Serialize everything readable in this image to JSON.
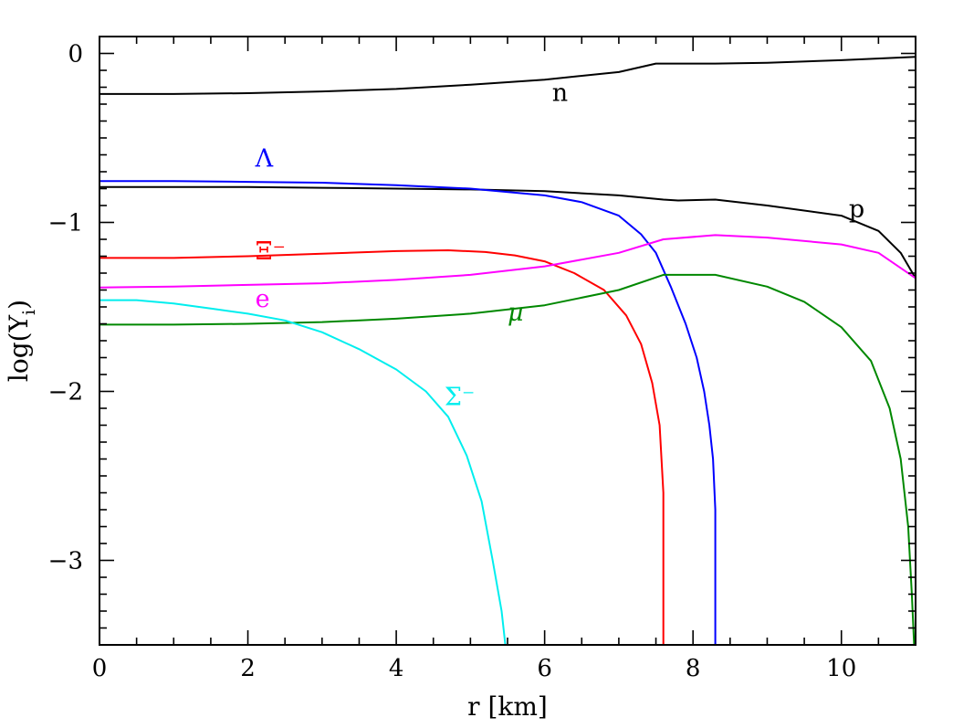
{
  "chart_data": {
    "type": "line",
    "xlabel": "r [km]",
    "ylabel": "log(Y",
    "ylabel_sub": "i",
    "ylabel_close": ")",
    "xlim": [
      0,
      11
    ],
    "ylim": [
      -3.5,
      0.1
    ],
    "x_ticks": [
      {
        "value": 0,
        "label": "0"
      },
      {
        "value": 2,
        "label": "2"
      },
      {
        "value": 4,
        "label": "4"
      },
      {
        "value": 6,
        "label": "6"
      },
      {
        "value": 8,
        "label": "8"
      },
      {
        "value": 10,
        "label": "10"
      }
    ],
    "y_ticks": [
      {
        "value": 0,
        "label": "0"
      },
      {
        "value": -1,
        "label": "−1"
      },
      {
        "value": -2,
        "label": "−2"
      },
      {
        "value": -3,
        "label": "−3"
      }
    ],
    "grid": false,
    "series": [
      {
        "name": "n",
        "label_at": [
          6.1,
          -0.28
        ],
        "color": "#000000",
        "points": [
          [
            0,
            -0.24
          ],
          [
            1,
            -0.24
          ],
          [
            2,
            -0.235
          ],
          [
            3,
            -0.225
          ],
          [
            4,
            -0.21
          ],
          [
            5,
            -0.185
          ],
          [
            6,
            -0.155
          ],
          [
            7,
            -0.11
          ],
          [
            7.5,
            -0.06
          ],
          [
            8.3,
            -0.06
          ],
          [
            9,
            -0.055
          ],
          [
            10,
            -0.04
          ],
          [
            11,
            -0.02
          ]
        ]
      },
      {
        "name": "p",
        "label_at": [
          10.1,
          -0.97
        ],
        "color": "#000000",
        "points": [
          [
            0,
            -0.79
          ],
          [
            1,
            -0.79
          ],
          [
            2,
            -0.79
          ],
          [
            3,
            -0.795
          ],
          [
            4,
            -0.8
          ],
          [
            5,
            -0.805
          ],
          [
            6,
            -0.815
          ],
          [
            7,
            -0.84
          ],
          [
            7.6,
            -0.865
          ],
          [
            7.8,
            -0.87
          ],
          [
            8.3,
            -0.865
          ],
          [
            9,
            -0.9
          ],
          [
            10,
            -0.96
          ],
          [
            10.5,
            -1.05
          ],
          [
            10.8,
            -1.18
          ],
          [
            11,
            -1.33
          ]
        ]
      },
      {
        "name": "Λ",
        "label_at": [
          2.1,
          -0.67
        ],
        "color": "#0000ff",
        "points": [
          [
            0,
            -0.755
          ],
          [
            1,
            -0.755
          ],
          [
            2,
            -0.76
          ],
          [
            3,
            -0.765
          ],
          [
            4,
            -0.78
          ],
          [
            5,
            -0.8
          ],
          [
            6,
            -0.84
          ],
          [
            6.5,
            -0.88
          ],
          [
            7,
            -0.96
          ],
          [
            7.3,
            -1.07
          ],
          [
            7.5,
            -1.18
          ],
          [
            7.7,
            -1.38
          ],
          [
            7.9,
            -1.6
          ],
          [
            8.05,
            -1.8
          ],
          [
            8.15,
            -2.0
          ],
          [
            8.22,
            -2.2
          ],
          [
            8.27,
            -2.4
          ],
          [
            8.3,
            -2.7
          ],
          [
            8.3,
            -3.5
          ]
        ]
      },
      {
        "name": "Ξ⁻",
        "label_at": [
          2.1,
          -1.22
        ],
        "color": "#ff0000",
        "points": [
          [
            0,
            -1.21
          ],
          [
            1,
            -1.21
          ],
          [
            2,
            -1.2
          ],
          [
            3,
            -1.185
          ],
          [
            4,
            -1.17
          ],
          [
            4.7,
            -1.165
          ],
          [
            5.2,
            -1.175
          ],
          [
            5.6,
            -1.195
          ],
          [
            6,
            -1.23
          ],
          [
            6.4,
            -1.3
          ],
          [
            6.8,
            -1.4
          ],
          [
            7.1,
            -1.55
          ],
          [
            7.3,
            -1.72
          ],
          [
            7.45,
            -1.95
          ],
          [
            7.55,
            -2.2
          ],
          [
            7.6,
            -2.6
          ],
          [
            7.6,
            -3.5
          ]
        ]
      },
      {
        "name": "e",
        "label_at": [
          2.1,
          -1.5
        ],
        "color": "#ff00ff",
        "points": [
          [
            0,
            -1.385
          ],
          [
            1,
            -1.38
          ],
          [
            2,
            -1.37
          ],
          [
            3,
            -1.36
          ],
          [
            4,
            -1.34
          ],
          [
            5,
            -1.31
          ],
          [
            6,
            -1.26
          ],
          [
            7,
            -1.18
          ],
          [
            7.6,
            -1.1
          ],
          [
            8.3,
            -1.075
          ],
          [
            9,
            -1.09
          ],
          [
            10,
            -1.13
          ],
          [
            10.5,
            -1.18
          ],
          [
            11,
            -1.33
          ]
        ]
      },
      {
        "name": "μ",
        "label_at": [
          5.5,
          -1.58
        ],
        "color": "#008800",
        "points": [
          [
            0,
            -1.605
          ],
          [
            1,
            -1.605
          ],
          [
            2,
            -1.6
          ],
          [
            3,
            -1.59
          ],
          [
            4,
            -1.57
          ],
          [
            5,
            -1.54
          ],
          [
            6,
            -1.49
          ],
          [
            7,
            -1.4
          ],
          [
            7.6,
            -1.31
          ],
          [
            8.3,
            -1.31
          ],
          [
            9,
            -1.38
          ],
          [
            9.5,
            -1.47
          ],
          [
            10,
            -1.62
          ],
          [
            10.4,
            -1.82
          ],
          [
            10.65,
            -2.1
          ],
          [
            10.8,
            -2.4
          ],
          [
            10.9,
            -2.8
          ],
          [
            10.95,
            -3.2
          ],
          [
            10.98,
            -3.5
          ]
        ]
      },
      {
        "name": "Σ⁻",
        "label_at": [
          4.65,
          -2.08
        ],
        "color": "#00eeee",
        "points": [
          [
            0,
            -1.46
          ],
          [
            0.5,
            -1.46
          ],
          [
            1,
            -1.48
          ],
          [
            1.5,
            -1.51
          ],
          [
            2,
            -1.54
          ],
          [
            2.5,
            -1.58
          ],
          [
            3,
            -1.65
          ],
          [
            3.5,
            -1.75
          ],
          [
            4,
            -1.87
          ],
          [
            4.4,
            -2.0
          ],
          [
            4.7,
            -2.15
          ],
          [
            4.95,
            -2.38
          ],
          [
            5.15,
            -2.65
          ],
          [
            5.3,
            -3.0
          ],
          [
            5.42,
            -3.3
          ],
          [
            5.47,
            -3.5
          ]
        ]
      }
    ]
  }
}
